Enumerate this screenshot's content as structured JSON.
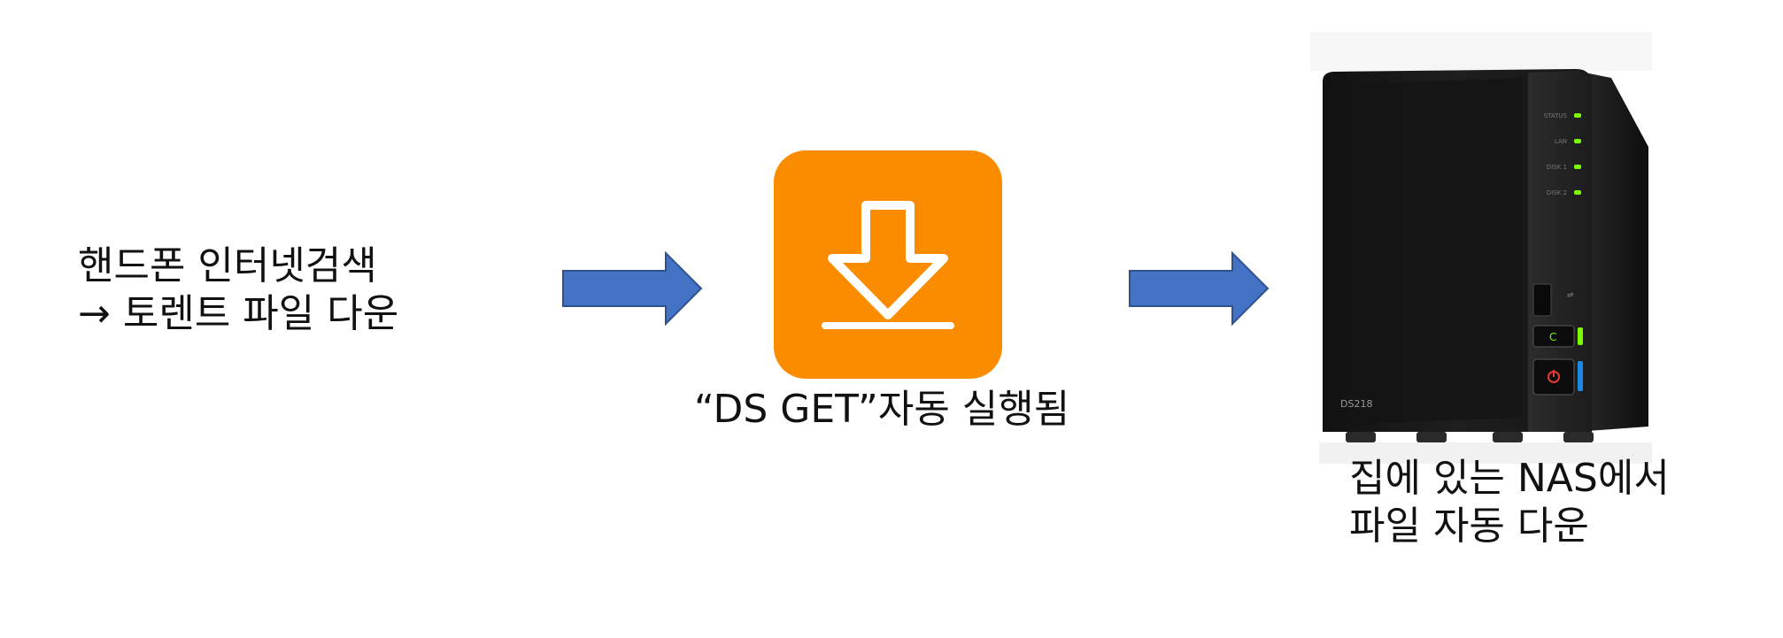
{
  "step1": {
    "line1": "핸드폰 인터넷검색",
    "line2": "→ 토렌트 파일 다운"
  },
  "step2": {
    "caption": "“DS GET”자동 실행됨"
  },
  "step3": {
    "line1": "집에 있는 NAS에서",
    "line2": "파일 자동 다운"
  },
  "device": {
    "model": "DS218",
    "led_labels": [
      "STATUS",
      "LAN",
      "DISK 1",
      "DISK 2"
    ],
    "copy_button_label": "C"
  },
  "colors": {
    "arrow_fill": "#4472C4",
    "arrow_stroke": "#2F528F",
    "app_icon_bg": "#FB8C00",
    "app_icon_glyph": "#FFFFFF",
    "nas_body": "#1B1B1B",
    "led_green": "#7CFC00",
    "power_red": "#E53935",
    "usb_blue": "#1E88E5"
  }
}
